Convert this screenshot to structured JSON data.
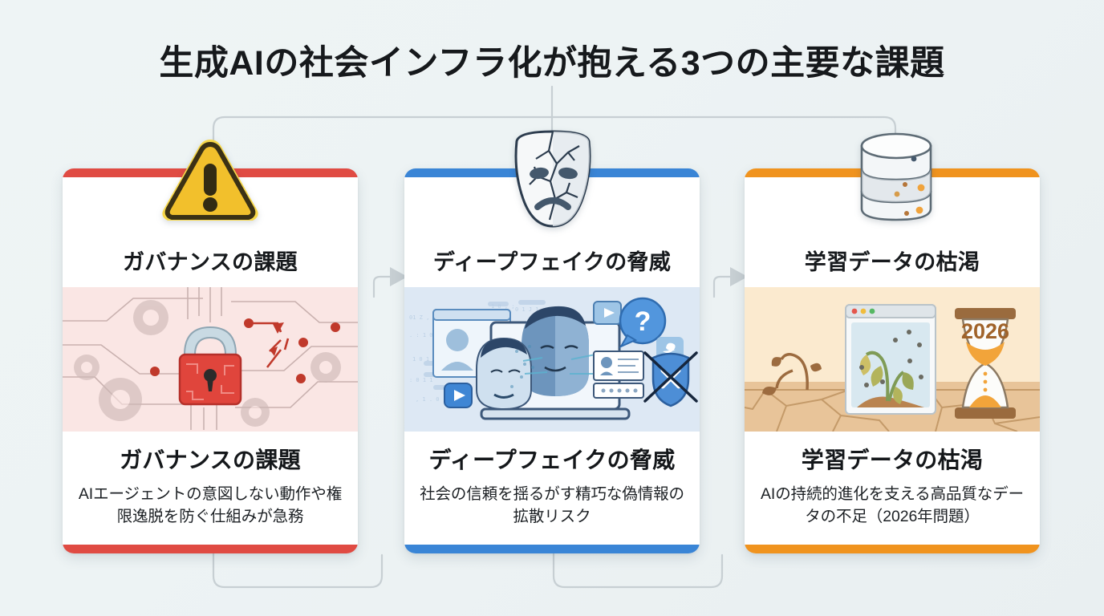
{
  "page": {
    "title": "生成AIの社会インフラ化が抱える3つの主要な課題",
    "background_color": "#eef3f4"
  },
  "cards": [
    {
      "id": "governance",
      "accent_color": "#e04b43",
      "header_title": "ガバナンスの課題",
      "icon": "warning-triangle-icon",
      "body_title": "ガバナンスの課題",
      "description": "AIエージェントの意図しない動作や権限逸脱を防ぐ仕組みが急務",
      "illustration": {
        "name": "red-open-padlock-circuit-illustration",
        "background_color": "#fae6e4",
        "elements": [
          "open-padlock",
          "circuit-traces",
          "gears",
          "red-nodes",
          "red-arrows"
        ]
      }
    },
    {
      "id": "deepfake",
      "accent_color": "#3a85d6",
      "header_title": "ディープフェイクの脅威",
      "icon": "cracked-mask-icon",
      "body_title": "ディープフェイクの脅威",
      "description": "社会の信頼を揺るがす精巧な偽情報の拡散リスク",
      "illustration": {
        "name": "deepfake-faces-laptop-illustration",
        "background_color": "#dde8f4",
        "elements": [
          "laptop",
          "morphing-faces",
          "play-buttons",
          "question-bubble",
          "twitter-badge",
          "id-card",
          "crossed-shield"
        ]
      }
    },
    {
      "id": "data-exhaustion",
      "accent_color": "#f0931e",
      "header_title": "学習データの枯渇",
      "icon": "database-cylinder-icon",
      "body_title": "学習データの枯渇",
      "description": "AIの持続的進化を支える高品質なデータの不足（2026年問題）",
      "illustration": {
        "name": "dry-earth-wilting-plant-hourglass-illustration",
        "background_color": "#fae7cd",
        "hourglass_label": "2026",
        "elements": [
          "cracked-ground",
          "dead-sprout",
          "browser-window",
          "wilting-plant",
          "hourglass"
        ]
      }
    }
  ],
  "connectors": {
    "top_line": "title-to-cards-bracket",
    "arrows": [
      "card1-to-card2-arrow",
      "card2-to-card3-arrow"
    ],
    "bottom_loops": [
      "card1-to-card2-loop",
      "card2-to-card3-loop"
    ],
    "line_color": "#c7cfd3"
  }
}
